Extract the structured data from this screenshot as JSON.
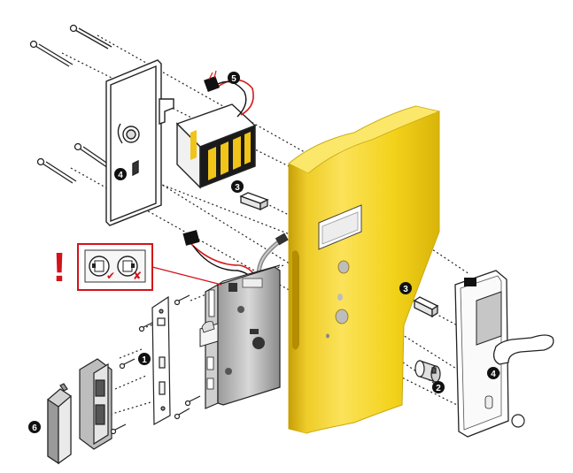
{
  "diagram": {
    "warning_mark": "!",
    "callouts": [
      {
        "id": "five",
        "text": "5"
      },
      {
        "id": "four-left",
        "text": "4"
      },
      {
        "id": "three-upper",
        "text": "3"
      },
      {
        "id": "three-right",
        "text": "3"
      },
      {
        "id": "one",
        "text": "1"
      },
      {
        "id": "two",
        "text": "2"
      },
      {
        "id": "four-right",
        "text": "4"
      },
      {
        "id": "six",
        "text": "6"
      }
    ],
    "inset_marks": [
      "✔",
      "✘"
    ]
  },
  "colors": {
    "door": "#f2d21a",
    "door_shade": "#c9a90a",
    "warning": "#d4121a",
    "line": "#111111",
    "cable_red": "#d41a1a"
  }
}
